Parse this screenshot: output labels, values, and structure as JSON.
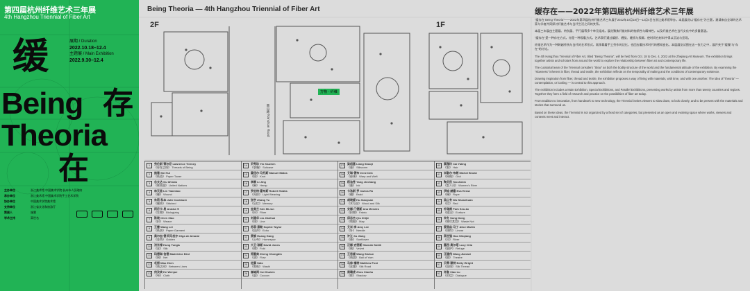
{
  "left_panel": {
    "title_zh": "第四届杭州纤维艺术三年展",
    "title_en": "4th Hangzhou Triennial of Fiber Art",
    "big_char_1": "缓",
    "big_word_1": "Being",
    "big_char_2": "存",
    "big_word_2": "Theoria",
    "big_char_3": "在",
    "dates": [
      {
        "label": "展期 / Duration",
        "value": "2022.10.18–12.4"
      },
      {
        "label": "主题展 / Main Exhibition",
        "value": "2022.9.30–12.4"
      }
    ],
    "credits": [
      {
        "k": "主办单位",
        "v": "浙江美术馆 中国美术学院 杭州市人民政府"
      },
      {
        "k": "承办单位",
        "v": "浙江美术馆 中国美术学院手工艺术学院"
      },
      {
        "k": "协办单位",
        "v": "中国美术学院美术馆"
      },
      {
        "k": "支持单位",
        "v": "浙江省文化和旅游厅"
      },
      {
        "k": "策展人",
        "v": "施慧"
      },
      {
        "k": "学术主持",
        "v": "高世名"
      }
    ]
  },
  "main": {
    "header_en": "Being Theoria — 4th Hangzhou Triennial of Fiber Art",
    "header_zh": "缓存在——2022年第四届杭州纤维艺术三年展",
    "floor_2f": "2F",
    "floor_1f": "1F",
    "walkway": "南山路 Nanshan Road",
    "tag": "方物 · 纤维",
    "text_paragraphs": [
      "“缓存在 Being Theoria”——2022年第四届杭州纤维艺术三年展于2022年10月18日—12月4日在浙江美术馆举办。本届展览以“缓存在”为主题，邀请来自全球的艺术家与学者共同探讨纤维艺术与当代生活之间的关系。",
      "本届三年展由主题展、特别展、平行展等多个单元组成，展览聚焦纤维材料的物质性与精神性，以及纤维艺术在当代文化中的多重意涵。",
      "“缓存在”是一种存在方式，亦是一种观看方式。艺术家们通过编织、缠绕、缝纫与拆解，使时间在材料中得以沉淀与显现。",
      "纤维艺术作为一种跨越传统与当代的艺术形式，既承载着手工劳作的记忆，也回应着技术时代的感知变化。本届展览试图在这一张力之中，展开关于“缓慢”与“存在”的讨论。",
      "The 4th Hangzhou Triennial of Fiber Art, titled \"Being Theoria\", will be held from Oct. 18 to Dec. 4, 2022 at the Zhejiang Art Museum. The exhibition brings together artists and scholars from around the world to explore the relationship between fiber art and contemporary life.",
      "The curatorial team of the Triennial considers \"Slow\" as both the bodily structure of the world and the fundamental attitude of the exhibition. By examining the \"slowness\" inherent in fiber, thread and textile, the exhibition reflects on the temporality of making and the conditions of contemporary existence.",
      "Drawing inspiration from fiber, thread and textile, the exhibition proposes a way of living with materials, with time, and with one another. The idea of \"theoria\" — contemplation, or looking — is central to this approach.",
      "The exhibition includes a Main Exhibition, Special Exhibitions, and Parallel Exhibitions, presenting works by artists from more than twenty countries and regions. Together they form a field of research and practice on the possibilities of fiber art today.",
      "From tradition to innovation, from handwork to new technology, the Triennial invites viewers to slow down, to look closely, and to be present with the materials and stories that surround us.",
      "Based on these ideas, the Triennial is not organized by a fixed set of categories, but presented as an open and evolving space where works, viewers and contexts meet and interact."
    ],
    "list_columns": [
      [
        {
          "n": "1",
          "a": "劳伦斯·蒂尔尼 Lawrence Tierney",
          "b": "《存在之线》 Threads of Being"
        },
        {
          "n": "2",
          "a": "施慧 Shi Hui",
          "b": "《纸塔》 Paper Tower"
        },
        {
          "n": "3",
          "a": "谷文达 Gu Wenda",
          "b": "《联合国》 United Nations"
        },
        {
          "n": "4",
          "a": "林天苗 Lin Tianmiao",
          "b": "《缠》 Wound"
        },
        {
          "n": "5",
          "a": "朱莉·科本 Julie Cockburn",
          "b": "《缝合》 Stitched"
        },
        {
          "n": "6",
          "a": "阿尼卡·易 Anicka Yi",
          "b": "《生物》 Biologizing"
        },
        {
          "n": "7",
          "a": "陈晓 Chen Xiao",
          "b": "《织》 Weave"
        },
        {
          "n": "8",
          "a": "王雷 Wang Lei",
          "b": "《纸衣》 Paper Garment"
        },
        {
          "n": "9",
          "a": "奥尔加·德·阿马拉尔 Olga de Amaral",
          "b": "《金色》 Golden"
        },
        {
          "n": "10",
          "a": "洪东禄 Hung Tunglu",
          "b": "《丝》 Silk"
        },
        {
          "n": "11",
          "a": "玛德琳·伯德 Madeleine Bird",
          "b": "《网》 Net"
        },
        {
          "n": "12",
          "a": "毛振 Mao Zhen",
          "b": "《线之间》 Between Lines"
        },
        {
          "n": "13",
          "a": "何汶玦 He Wenjue",
          "b": "《布》 Cloth"
        }
      ],
      [
        {
          "n": "14",
          "a": "尹秀珍 Yin Xiuzhen",
          "b": "《衣箱》 Suitcase"
        },
        {
          "n": "15",
          "a": "曼纽尔·马托斯 Manuel Matos",
          "b": "《结》 Knot"
        },
        {
          "n": "16",
          "a": "李静 Li Jing",
          "b": "《麻》 Hemp"
        },
        {
          "n": "17",
          "a": "罗伯特·霍布斯 Robert Hobbs",
          "b": "《光织》 Light Weaving"
        },
        {
          "n": "18",
          "a": "张宇 Zhang Yu",
          "b": "《记忆》 Memory"
        },
        {
          "n": "19",
          "a": "金美兰 Kim Mi-ran",
          "b": "《纤》 Fiber"
        },
        {
          "n": "20",
          "a": "刘建华 Liu Jianhua",
          "b": "《线》 Line"
        },
        {
          "n": "21",
          "a": "苏菲·泰勒 Sophie Taylor",
          "b": "《回声》 Echo"
        },
        {
          "n": "22",
          "a": "黄钢 Huang Gang",
          "b": "《土布》 Homespun"
        },
        {
          "n": "23",
          "a": "大卫·琼斯 David Jones",
          "b": "《褶》 Fold"
        },
        {
          "n": "24",
          "a": "郑重宾 Zheng Chongbin",
          "b": "《流》 Flow"
        },
        {
          "n": "25",
          "a": "佐藤 Sato",
          "b": "《和纸》 Washi"
        },
        {
          "n": "26",
          "a": "崔岫闻 Cui Xiuwen",
          "b": "《茧》 Cocoon"
        }
      ],
      [
        {
          "n": "27",
          "a": "梁绍基 Liang Shaoji",
          "b": "《蚕》 Silkworm"
        },
        {
          "n": "28",
          "a": "艾琳·德布 Irene Deb",
          "b": "《经纬》 Warp and Weft"
        },
        {
          "n": "29",
          "a": "杨诘苍 Yang Jiechang",
          "b": "《墨》 Ink"
        },
        {
          "n": "30",
          "a": "卡洛斯·罗 Carlos Ro",
          "b": "《编》 Braid"
        },
        {
          "n": "31",
          "a": "胡晓媛 Hu Xiaoyuan",
          "b": "《木与丝》 Wood and Silk"
        },
        {
          "n": "32",
          "a": "安娜·门德斯 Ana Mendes",
          "b": "《织物》 Fabric"
        },
        {
          "n": "33",
          "a": "邱志杰 Qiu Zhijie",
          "b": "《地图》 Map"
        },
        {
          "n": "34",
          "a": "艾米·李 Amy Lee",
          "b": "《针》 Needle"
        },
        {
          "n": "35",
          "a": "许江 Xu Jiang",
          "b": "《葵》 Sunflower"
        },
        {
          "n": "36",
          "a": "汉娜·史密斯 Hannah Smith",
          "b": "《绒》 Velvet"
        },
        {
          "n": "37",
          "a": "王思顺 Wang Sishun",
          "b": "《线团》 Ball of Yarn"
        },
        {
          "n": "38",
          "a": "马修·福特 Matthew Ford",
          "b": "《丝路》 Silk Road"
        },
        {
          "n": "39",
          "a": "周啸虎 Zhou Xiaohu",
          "b": "《影》 Shadow"
        }
      ],
      [
        {
          "n": "40",
          "a": "蔡雅玲 Cai Yaling",
          "b": "《发》 Hair"
        },
        {
          "n": "41",
          "a": "米歇尔·布朗 Michel Brown",
          "b": "《网格》 Grid"
        },
        {
          "n": "42",
          "a": "陶艾民 Tao Aimin",
          "b": "《女人河》 Women's River"
        },
        {
          "n": "43",
          "a": "伊娃·赫塞 Eva Hesse",
          "b": "《绳》 Rope"
        },
        {
          "n": "44",
          "a": "吴山专 Wu Shanzhuan",
          "b": "《红》 Red"
        },
        {
          "n": "45",
          "a": "朴瑞甫 Park Seo-bo",
          "b": "《描法》 Ecriture"
        },
        {
          "n": "46",
          "a": "宋冬 Song Dong",
          "b": "《物尽其用》 Waste Not"
        },
        {
          "n": "47",
          "a": "爱丽丝·马丁 Alice Martin",
          "b": "《线性》 Linear"
        },
        {
          "n": "48",
          "a": "高世强 Gao Shiqiang",
          "b": "《河》 River"
        },
        {
          "n": "49",
          "a": "露西·奥尔塔 Lucy Orta",
          "b": "《庇护》 Refuge"
        },
        {
          "n": "50",
          "a": "汪建伟 Wang Jianwei",
          "b": "《剧》 Theatre"
        },
        {
          "n": "51",
          "a": "贝蒂·赖特 Betty Wright",
          "b": "《丝线》 Silk Thread"
        },
        {
          "n": "52",
          "a": "肖鲁 Xiao Lu",
          "b": "《对话》 Dialogue"
        }
      ]
    ]
  },
  "colors": {
    "green": "#21b355",
    "panel_bg": "#dcdcdc",
    "ink": "#2a2a2a"
  }
}
